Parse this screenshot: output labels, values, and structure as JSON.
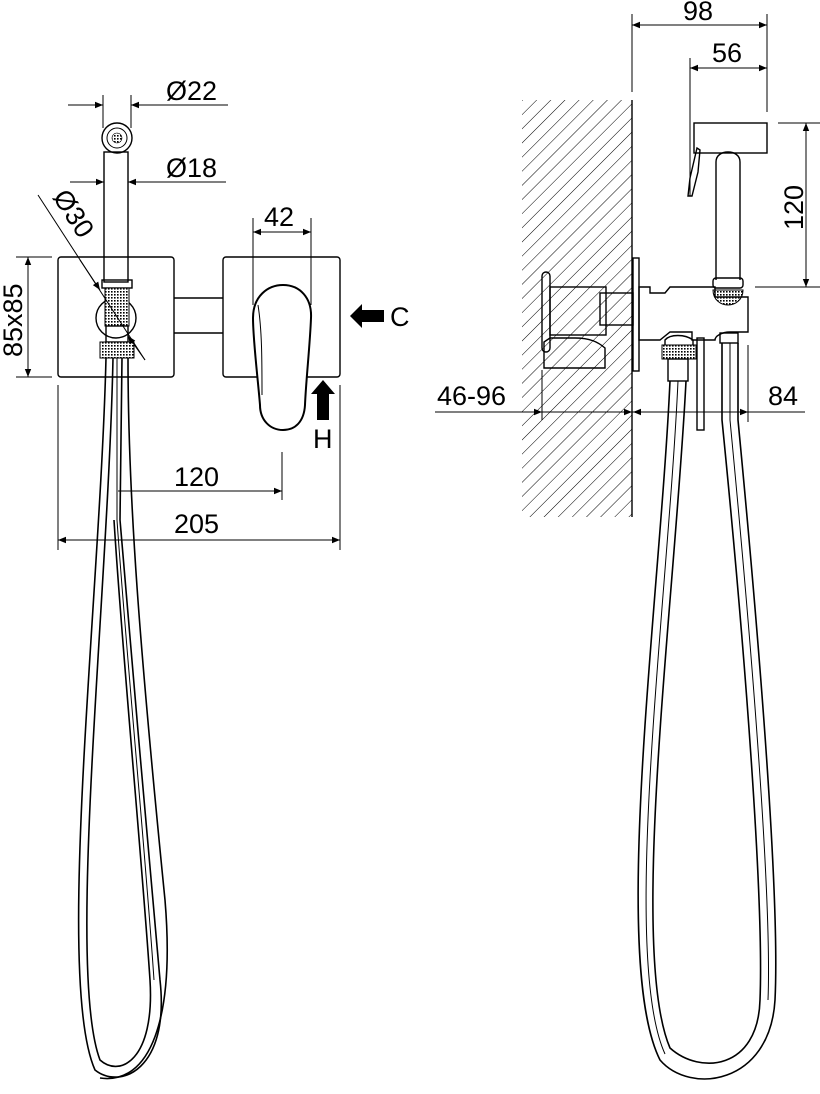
{
  "front_view": {
    "dim_spray_diameter": "Ø22",
    "dim_tube_diameter": "Ø18",
    "dim_knurl_diameter": "Ø30",
    "dim_plate_size": "85x85",
    "dim_handle_width": "42",
    "dim_center_distance": "120",
    "dim_overall_width": "205",
    "inlet_cold": "C",
    "inlet_hot": "H"
  },
  "side_view": {
    "dim_total_projection": "98",
    "dim_head_depth": "56",
    "dim_head_height": "120",
    "dim_wall_depth": "46-96",
    "dim_outlet_projection": "84"
  }
}
